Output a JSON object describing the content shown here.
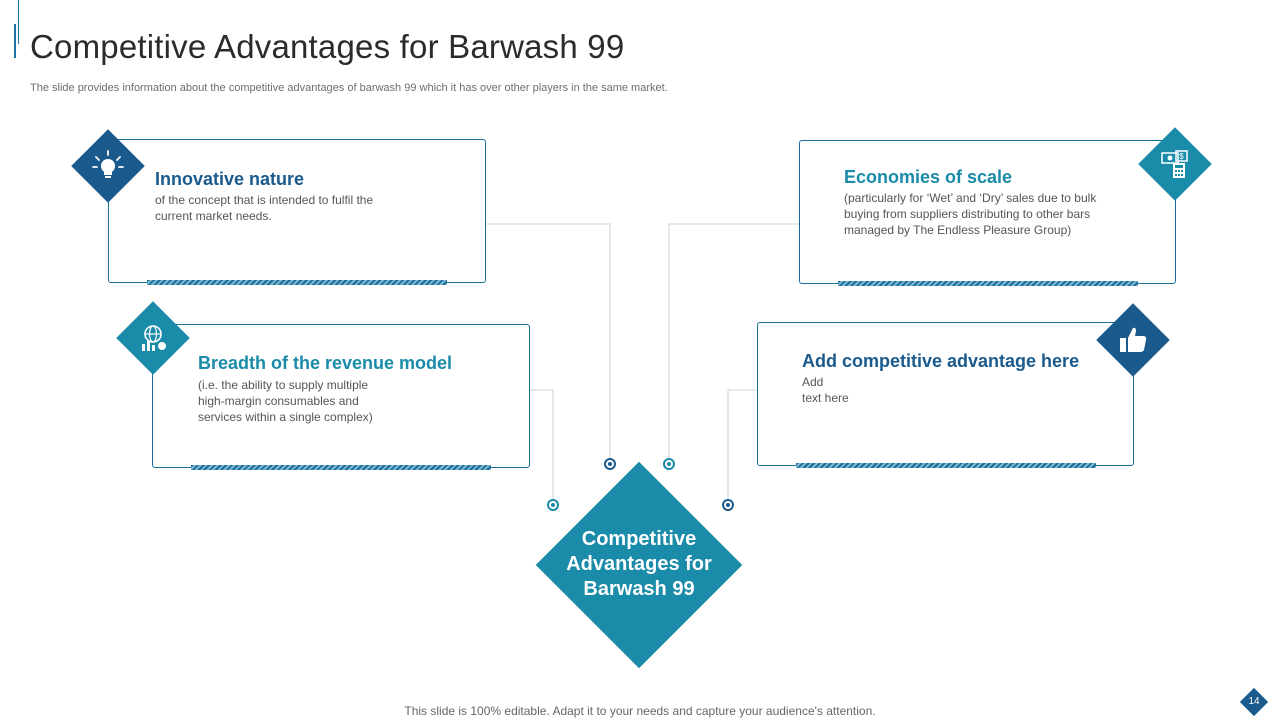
{
  "header": {
    "title": "Competitive Advantages for Barwash 99",
    "subtitle": "The slide provides information about the competitive advantages of barwash 99 which it has over other players in the same market."
  },
  "center": {
    "label": "Competitive Advantages for Barwash 99"
  },
  "cards": [
    {
      "heading": "Innovative nature",
      "text": "of the concept that is intended to fulfil the\ncurrent market needs.",
      "icon": "lightbulb-icon",
      "color": "#1b5a8c"
    },
    {
      "heading": "Breadth of the revenue model",
      "text": "(i.e. the ability to supply multiple\nhigh-margin  consumables and\nservices within a single complex)",
      "icon": "globe-chart-icon",
      "color": "#1a8ba8"
    },
    {
      "heading": "Economies of scale",
      "text": "(particularly for ‘Wet’ and ‘Dry’ sales due to bulk\nbuying from suppliers distributing to other bars\nmanaged by The Endless Pleasure Group)",
      "icon": "money-calculator-icon",
      "color": "#1a8ba8"
    },
    {
      "heading": "Add competitive advantage here",
      "text": "Add\ntext here",
      "icon": "thumbs-up-icon",
      "color": "#1b5a8c"
    }
  ],
  "footer": {
    "note": "This slide is 100% editable. Adapt it to your needs and capture your audience's attention.",
    "page_number": "14"
  },
  "colors": {
    "dark_blue": "#1b5a8c",
    "teal": "#1a8ba8",
    "connector": "#c9d3d9"
  }
}
